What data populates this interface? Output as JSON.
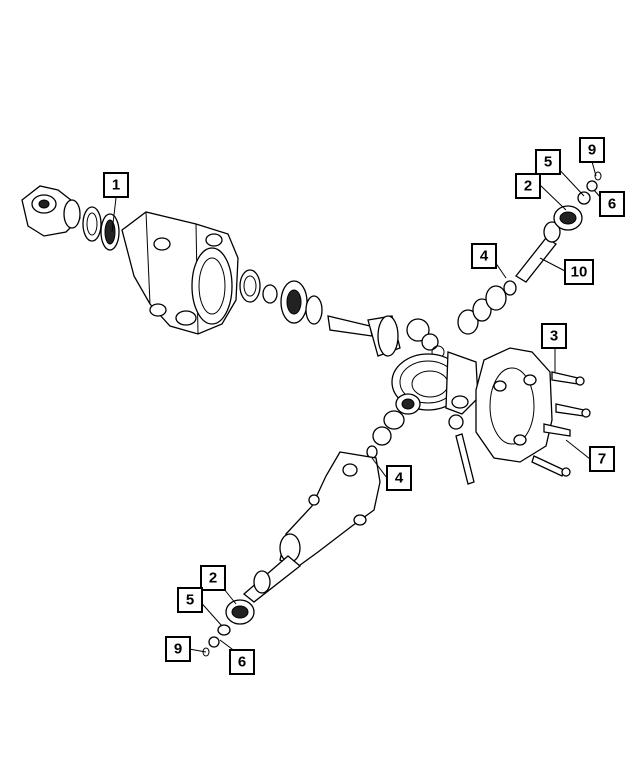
{
  "callouts": {
    "c1": "1",
    "c2_top": "2",
    "c2_bottom": "2",
    "c3": "3",
    "c4_top": "4",
    "c4_mid": "4",
    "c5_top": "5",
    "c5_bottom": "5",
    "c6_top": "6",
    "c6_bottom": "6",
    "c7": "7",
    "c9_top": "9",
    "c9_bottom": "9",
    "c10": "10"
  },
  "colors": {
    "line": "#000000",
    "background": "#ffffff"
  }
}
